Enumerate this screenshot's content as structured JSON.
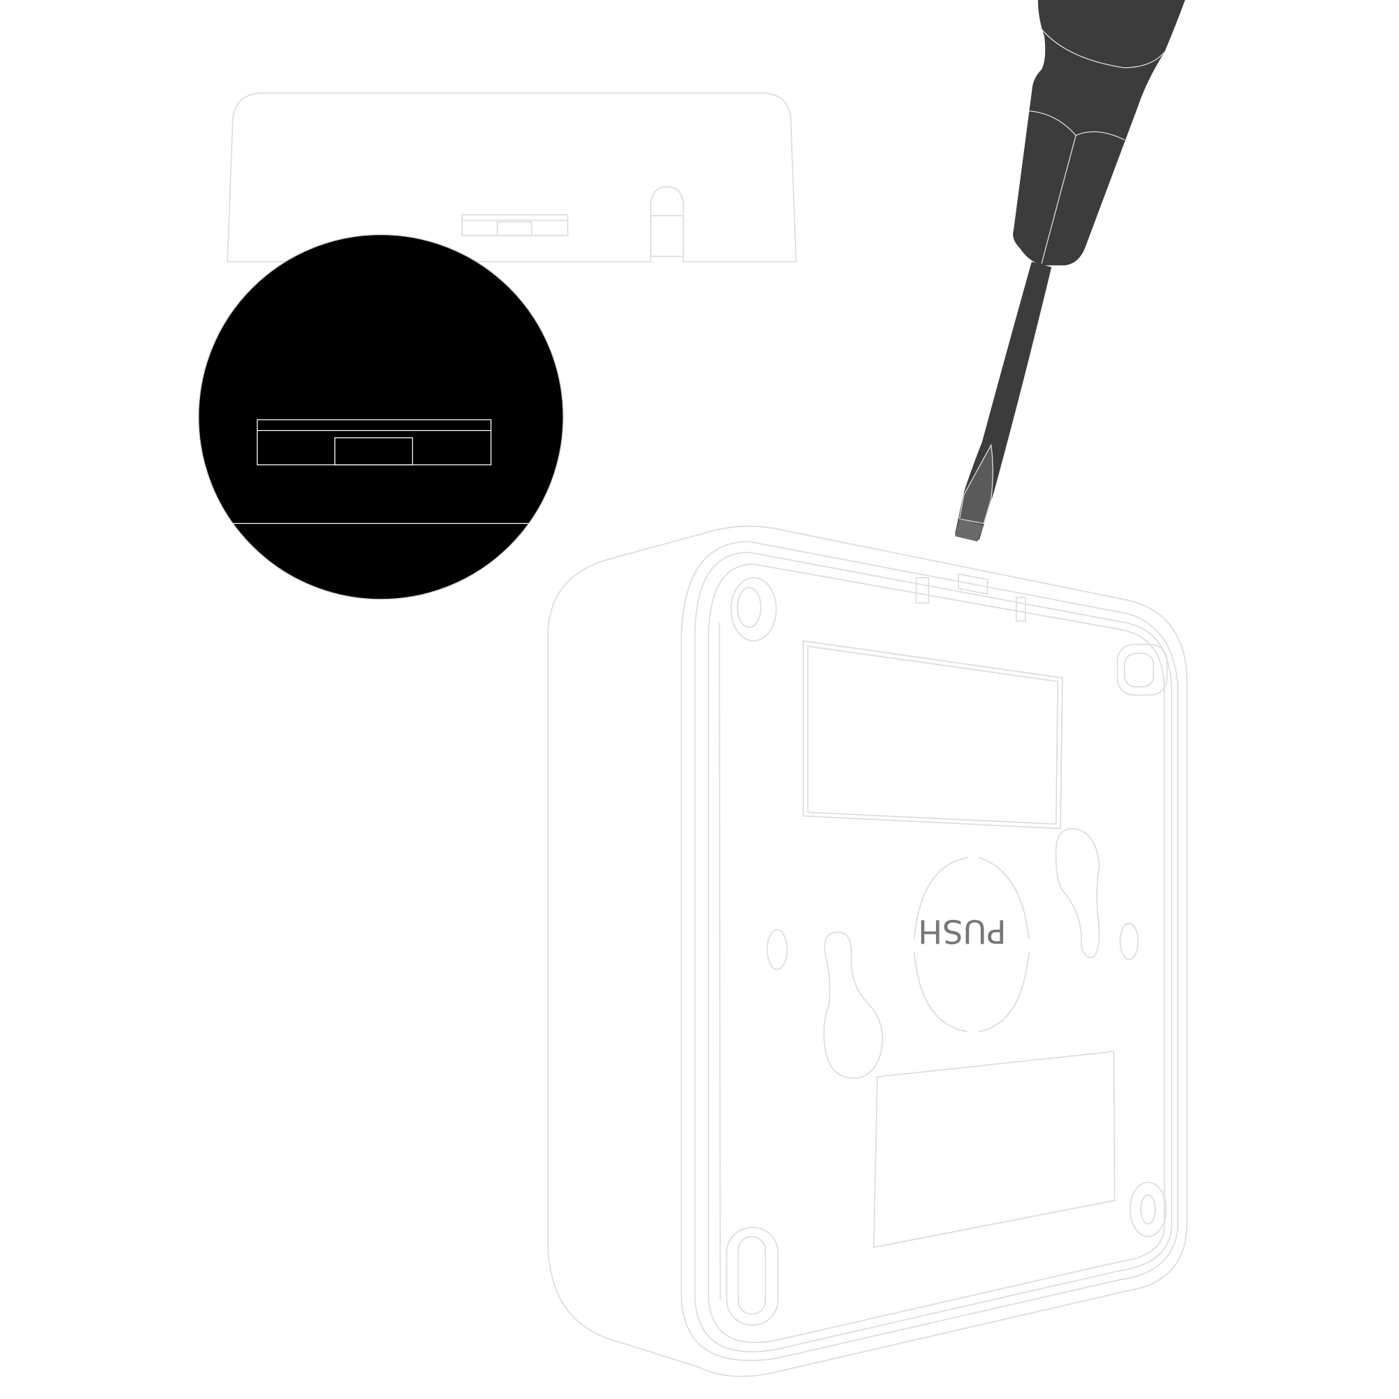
{
  "device": {
    "label": "PUSH"
  },
  "colors": {
    "outline": "#dcdcdc",
    "screwdriver": "#3c3c3c",
    "tip": "#5a5a5a",
    "detail_circle": "#000000",
    "text": "#777777"
  },
  "icons": [
    "screwdriver-icon",
    "magnified-detail-circle",
    "device-lid-side-view",
    "device-back-housing"
  ]
}
